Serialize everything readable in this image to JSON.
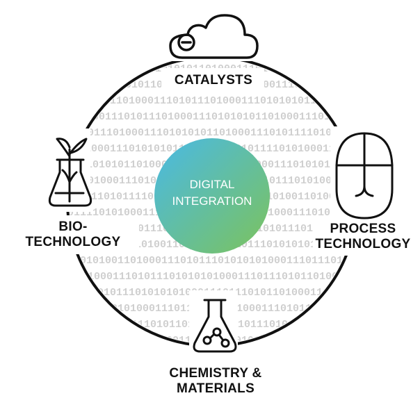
{
  "center": {
    "line1": "DIGITAL",
    "line2": "INTEGRATION"
  },
  "nodes": {
    "catalysts": {
      "line1": "CATALYSTS"
    },
    "biotech": {
      "line1": "BIO-",
      "line2": "TECHNOLOGY"
    },
    "process": {
      "line1": "PROCESS",
      "line2": "TECHNOLOGY"
    },
    "chemistry": {
      "line1": "CHEMISTRY &",
      "line2": "MATERIALS"
    }
  },
  "background_binary": "0111010110100011101011101010110100011101011101000111010101011010001110101111010100011101010111010100110100011101011101010101000111",
  "colors": {
    "gradient_start": "#49b9e6",
    "gradient_end": "#7cc35c",
    "stroke": "#111111",
    "binary_text": "#cfcfcf"
  }
}
